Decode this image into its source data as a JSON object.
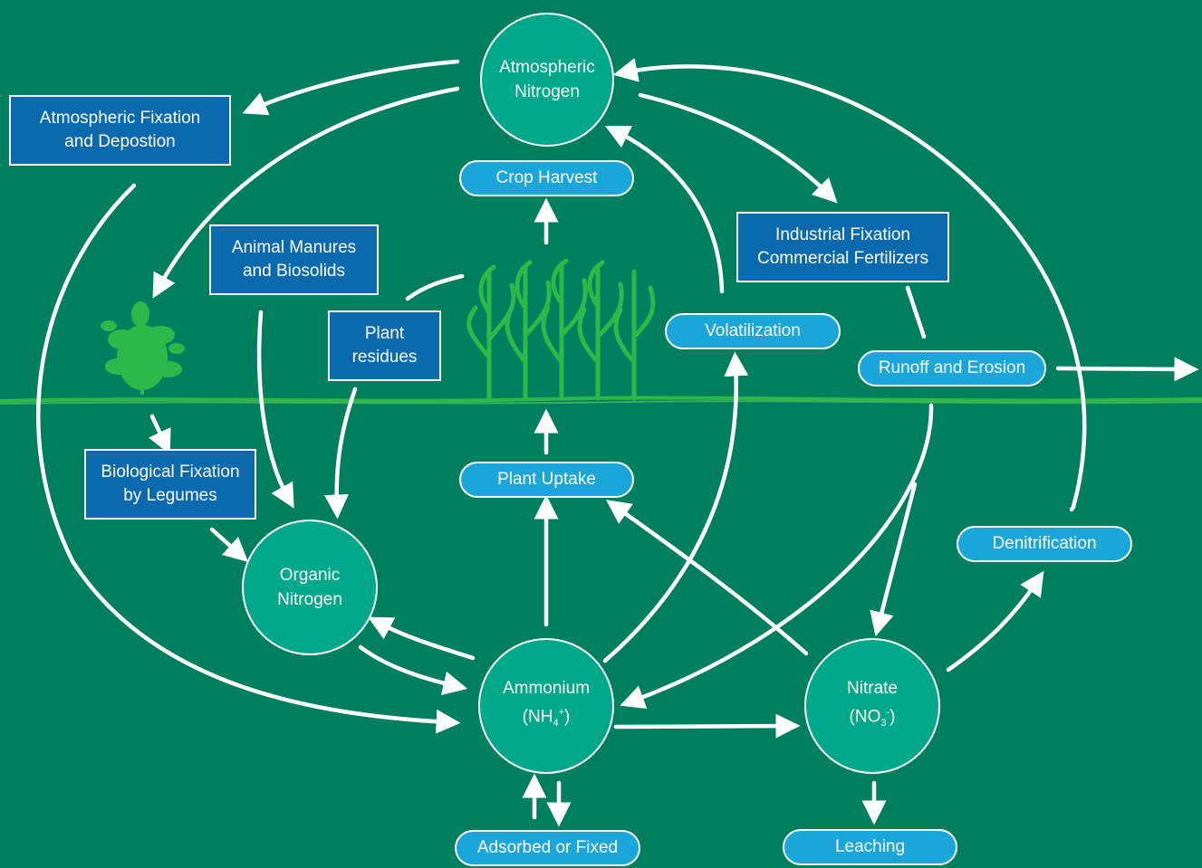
{
  "nodes": {
    "atmospheric_nitrogen": [
      "Atmospheric",
      "Nitrogen"
    ],
    "organic_nitrogen": [
      "Organic",
      "Nitrogen"
    ],
    "ammonium": {
      "name": "Ammonium",
      "formula_open": "(NH",
      "sub": "4",
      "sup": "+",
      "formula_close": ")"
    },
    "nitrate": {
      "name": "Nitrate",
      "formula_open": "(NO",
      "sub": "3",
      "sup": "-",
      "formula_close": ")"
    }
  },
  "boxes": {
    "atmospheric_fixation": [
      "Atmospheric Fixation",
      "and Depostion"
    ],
    "animal_manures": [
      "Animal Manures",
      "and Biosolids"
    ],
    "plant_residues": [
      "Plant",
      "residues"
    ],
    "biological_fixation": [
      "Biological Fixation",
      "by Legumes"
    ],
    "industrial_fixation": [
      "Industrial Fixation",
      "Commercial Fertilizers"
    ]
  },
  "pills": {
    "crop_harvest": "Crop Harvest",
    "volatilization": "Volatilization",
    "runoff_erosion": "Runoff and Erosion",
    "plant_uptake": "Plant Uptake",
    "denitrification": "Denitrification",
    "adsorbed_fixed": "Adsorbed or Fixed",
    "leaching": "Leaching"
  },
  "colors": {
    "background": "#007f5f",
    "box_fill": "#0b6aae",
    "pill_fill": "#1aa6d9",
    "circle_fill": "#00a88a",
    "plant_green": "#2fb84a",
    "line": "#ffffff"
  },
  "icons": {
    "legume_plant": "legume-plant-icon",
    "corn_plants": "corn-plants-icon"
  }
}
